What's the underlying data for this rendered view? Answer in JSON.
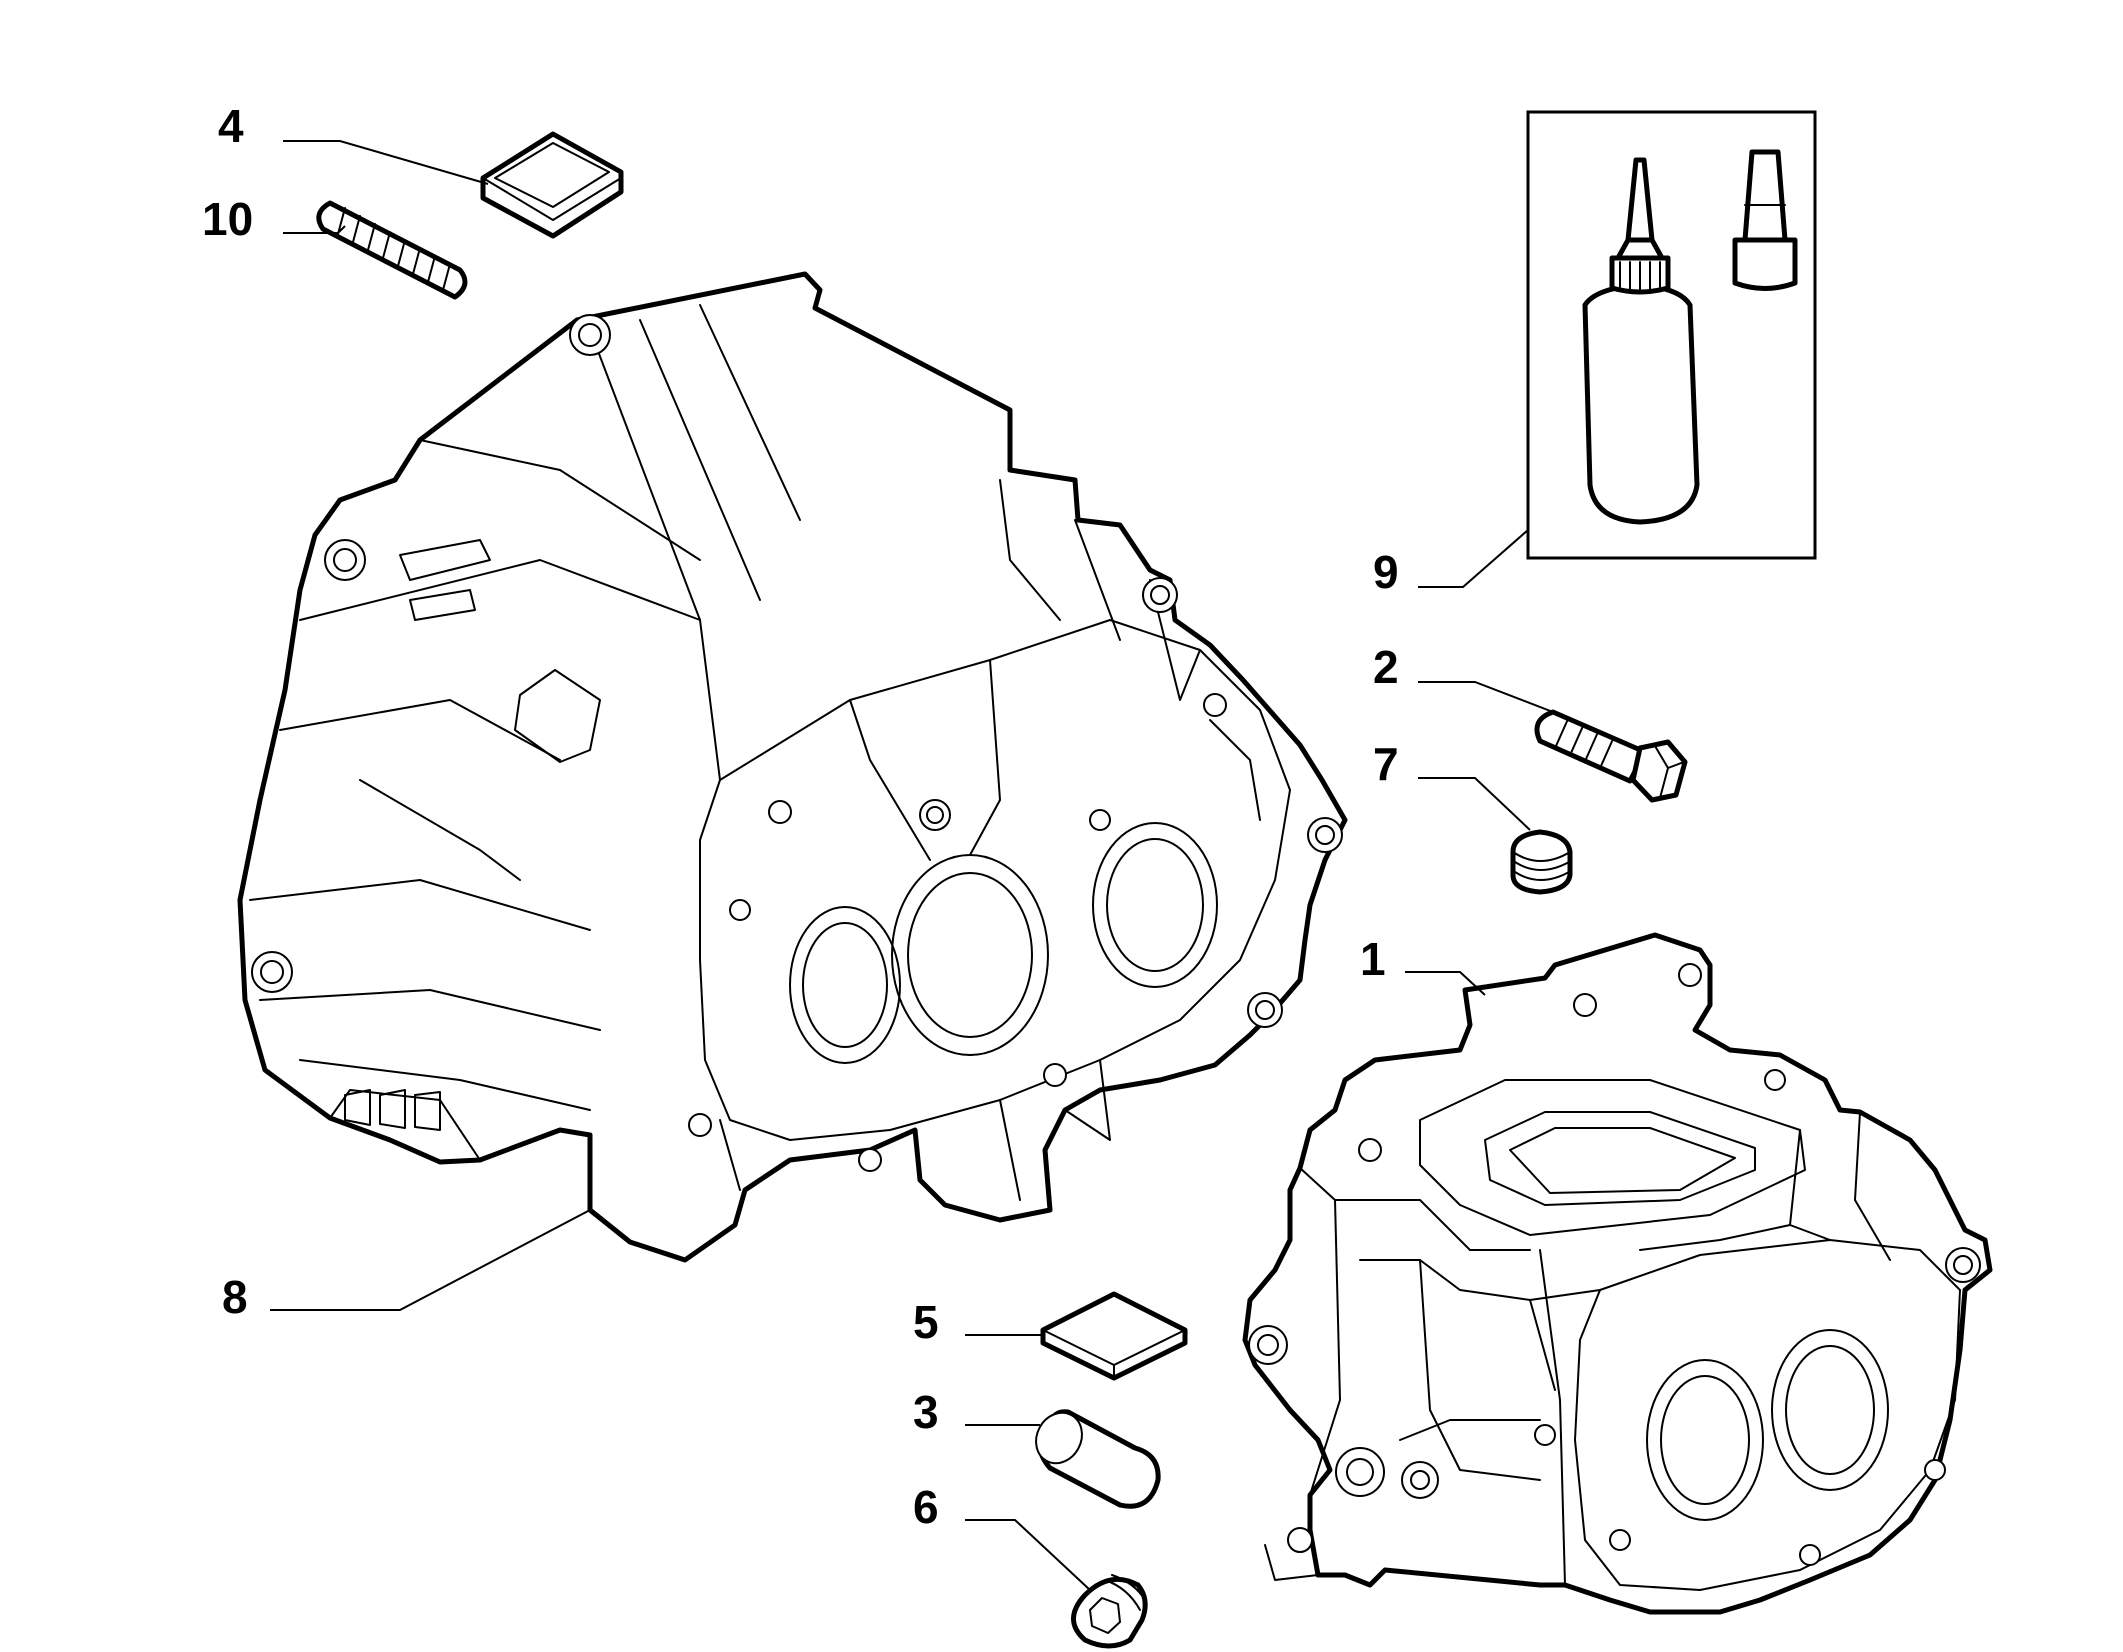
{
  "diagram": {
    "type": "exploded-parts-view",
    "parts": [
      {
        "id": "part-1",
        "label": "1"
      },
      {
        "id": "part-2",
        "label": "2"
      },
      {
        "id": "part-3",
        "label": "3"
      },
      {
        "id": "part-4",
        "label": "4"
      },
      {
        "id": "part-5",
        "label": "5"
      },
      {
        "id": "part-6",
        "label": "6"
      },
      {
        "id": "part-7",
        "label": "7"
      },
      {
        "id": "part-8",
        "label": "8"
      },
      {
        "id": "part-9",
        "label": "9"
      },
      {
        "id": "part-10",
        "label": "10"
      }
    ]
  }
}
